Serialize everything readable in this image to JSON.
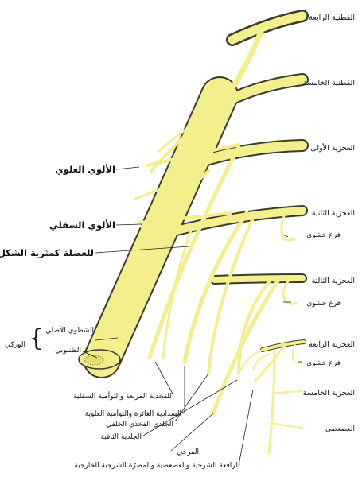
{
  "labels": {
    "lumbar4": "القطنية الرابعة",
    "lumbar5": "القطنية الخامسة",
    "sacral1": "العجزية الأولى",
    "superior_gluteal": "الألوي العلوي",
    "sacral2": "العجزية الثانية",
    "inferior_gluteal": "الألوي السفلي",
    "visceral_branch_1": "فرع حشوي",
    "piriformis": "للعضلة كمثرية الشكل",
    "sacral3": "العجزية الثالثة",
    "visceral_branch_2": "فرع حشوي",
    "common_peroneal": "الشظوي الأصلي",
    "sciatic": "الوركي",
    "tibial": "الظنبوبي",
    "sacral4": "العجزية الرابعة",
    "visceral_branch_3": "فرع حشوي",
    "quadratus": "للفخذية المربعة والتوأمية السفلية",
    "sacral5": "العجزية الخامسة",
    "obturator_internus": "السدادية الغائرة والتوأمية العلوية",
    "posterior_femoral_cutaneous": "الجلدي الفخذي الخلفي",
    "coccygeal": "العصعصي",
    "perforating_cutaneous": "الجلدية الثاقبة",
    "pudendal": "الفرجي",
    "levator_sphincter": "للرافعة الشرجية والعصعصية والمصرّة الشرجية الخارجية"
  },
  "colors": {
    "nerve_fill": "#f3ef8c",
    "nerve_outline": "#3b3b2a",
    "text": "#111111"
  }
}
